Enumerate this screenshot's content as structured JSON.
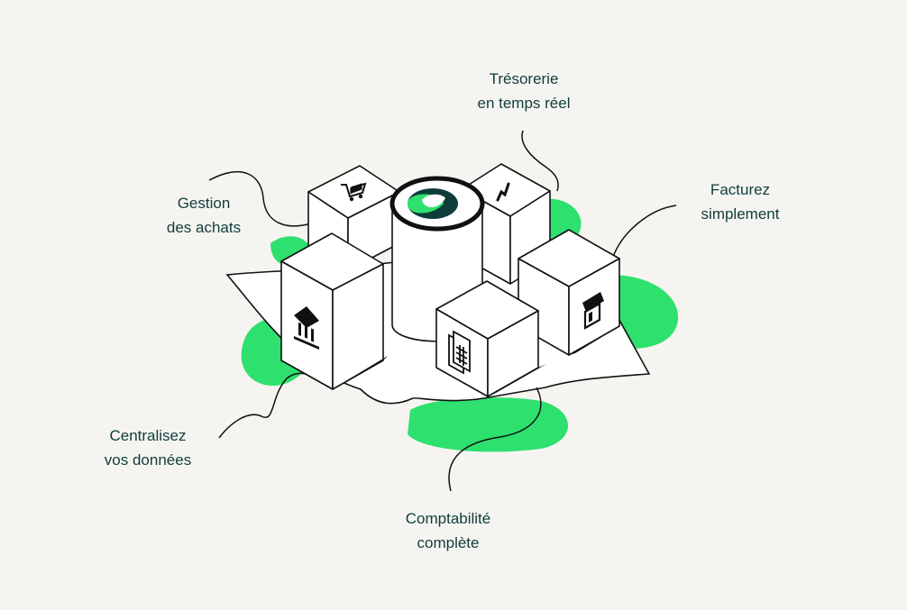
{
  "colors": {
    "background": "#f6f4f1",
    "accent_green": "#2ee06e",
    "dark_teal": "#0f3d3a",
    "outline": "#111111",
    "block_face": "#ffffff"
  },
  "labels": {
    "gestion_achats": {
      "line1": "Gestion",
      "line2": "des achats"
    },
    "tresorerie": {
      "line1": "Trésorerie",
      "line2": "en temps réel"
    },
    "facturez": {
      "line1": "Facturez",
      "line2": "simplement"
    },
    "centralisez": {
      "line1": "Centralisez",
      "line2": "vos données"
    },
    "comptabilite": {
      "line1": "Comptabilité",
      "line2": "complète"
    }
  },
  "icons": {
    "cart": "shopping-cart-icon",
    "chart": "trend-line-icon",
    "logo": "brand-logo-icon",
    "bank": "bank-icon",
    "calculator": "calculator-icon",
    "shop": "storefront-icon"
  }
}
